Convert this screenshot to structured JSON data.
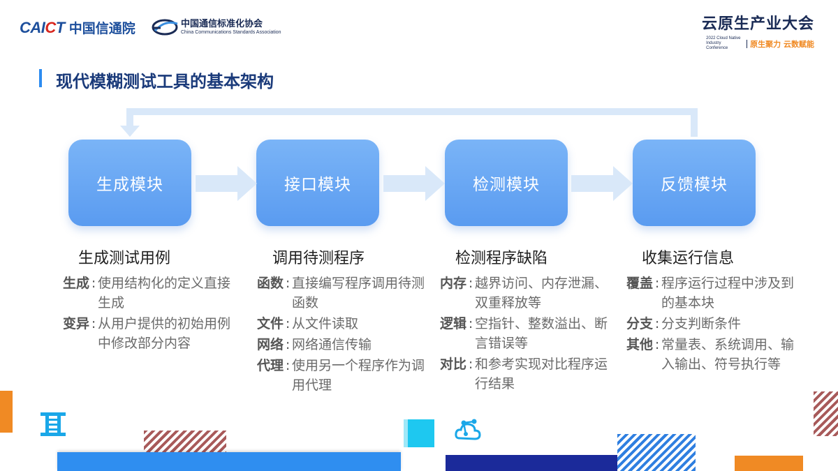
{
  "header": {
    "caict_logo": "CAICT",
    "caict_name": "中国信通院",
    "ccsa_name": "中国通信标准化协会",
    "ccsa_en": "China Communications Standards Association",
    "conference_title": "云原生产业大会",
    "conference_en": "2022 Cloud Native Industry Conference",
    "conference_slogan": "原生聚力 云数赋能"
  },
  "page_title": "现代模糊测试工具的基本架构",
  "modules": [
    {
      "label": "生成模块"
    },
    {
      "label": "接口模块"
    },
    {
      "label": "检测模块"
    },
    {
      "label": "反馈模块"
    }
  ],
  "columns": [
    {
      "heading": "生成测试用例",
      "rows": [
        {
          "term": "生成",
          "desc": "使用结构化的定义直接生成"
        },
        {
          "term": "变异",
          "desc": "从用户提供的初始用例中修改部分内容"
        }
      ]
    },
    {
      "heading": "调用待测程序",
      "rows": [
        {
          "term": "函数",
          "desc": "直接编写程序调用待测函数"
        },
        {
          "term": "文件",
          "desc": "从文件读取"
        },
        {
          "term": "网络",
          "desc": "网络通信传输"
        },
        {
          "term": "代理",
          "desc": "使用另一个程序作为调用代理"
        }
      ]
    },
    {
      "heading": "检测程序缺陷",
      "rows": [
        {
          "term": "内存",
          "desc": "越界访问、内存泄漏、双重释放等"
        },
        {
          "term": "逻辑",
          "desc": "空指针、整数溢出、断言错误等"
        },
        {
          "term": "对比",
          "desc": "和参考实现对比程序运行结果"
        }
      ]
    },
    {
      "heading": "收集运行信息",
      "rows": [
        {
          "term": "覆盖",
          "desc": "程序运行过程中涉及到的基本块"
        },
        {
          "term": "分支",
          "desc": "分支判断条件"
        },
        {
          "term": "其他",
          "desc": "常量表、系统调用、输入输出、符号执行等"
        }
      ]
    }
  ],
  "colon": ":",
  "colors": {
    "module_fill": "#6aa8f5",
    "arrow_fill": "#d9e8f9",
    "title_text": "#1a3a7a",
    "accent_blue": "#2d8cf0",
    "accent_orange": "#f08a24"
  },
  "icons": [
    "ibeam-icon",
    "cloud-network-icon",
    "ccsa-swoosh-icon"
  ]
}
